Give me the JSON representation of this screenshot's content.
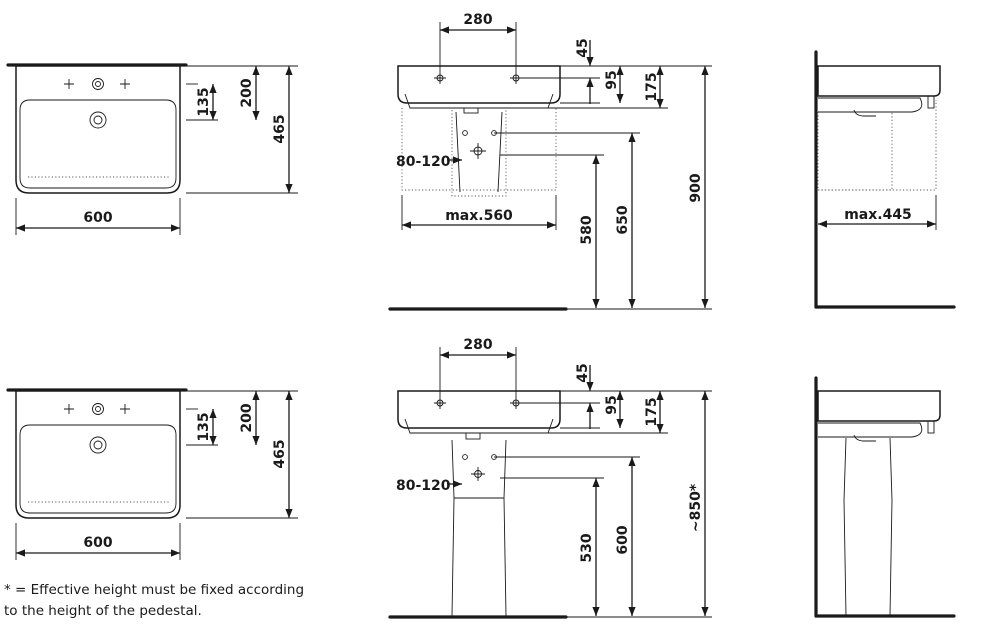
{
  "footnote": {
    "line1": "* = Effective height must be fixed according",
    "line2": "to the height of the pedestal."
  },
  "top_row": {
    "plan": {
      "w_600": "600",
      "d_465": "465",
      "d_200": "200",
      "d_135": "135"
    },
    "front": {
      "holes_280": "280",
      "top_45": "45",
      "d_95": "95",
      "d_175": "175",
      "w_max": "max.560",
      "h_580": "580",
      "h_650": "650",
      "h_900": "900",
      "w_80_120": "80-120"
    },
    "side": {
      "w_max": "max.445"
    }
  },
  "bottom_row": {
    "plan": {
      "w_600": "600",
      "d_465": "465",
      "d_200": "200",
      "d_135": "135"
    },
    "front": {
      "holes_280": "280",
      "top_45": "45",
      "d_95": "95",
      "d_175": "175",
      "h_530": "530",
      "h_600": "600",
      "h_850": "~850*",
      "w_80_120": "80-120"
    }
  }
}
